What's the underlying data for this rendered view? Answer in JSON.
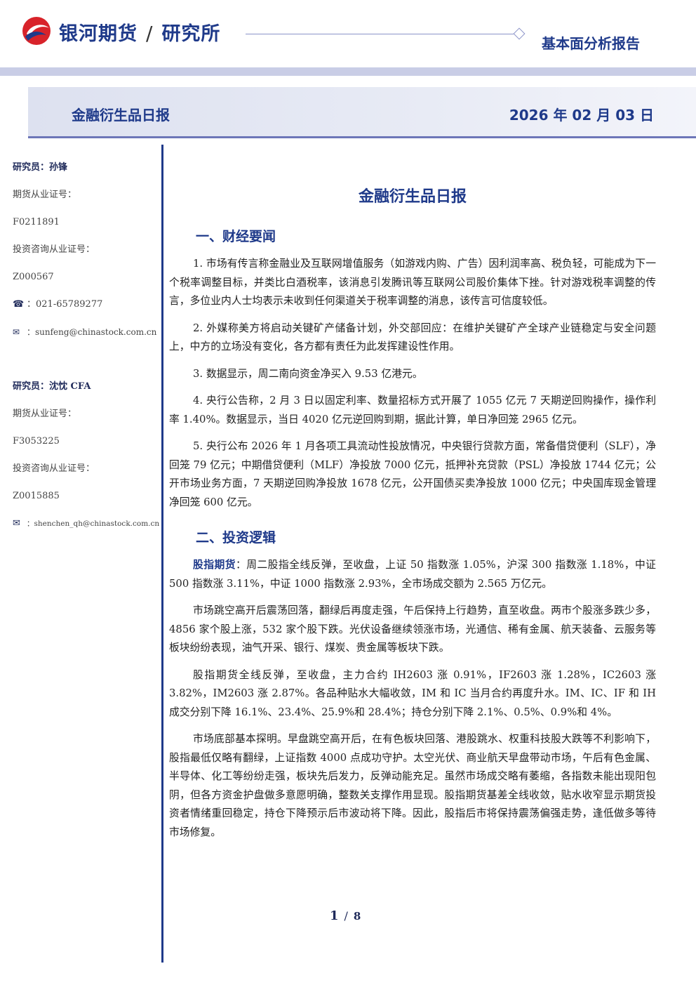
{
  "header": {
    "brand": "银河期货",
    "institute": "研究所",
    "report_type": "基本面分析报告",
    "title_left": "金融衍生品日报",
    "title_right": "2026 年 02 月 03 日"
  },
  "sidebar": {
    "analyst1": {
      "name_line": "研究员：孙锋",
      "license_label": "期货从业证号：",
      "license_no": "F0211891",
      "consult_label": "投资咨询从业证号：",
      "consult_no": "Z000567",
      "phone_icon": "phone-icon",
      "phone": "：021-65789277",
      "email_icon": "mail-icon",
      "email": "：sunfeng@chinastock.com.cn"
    },
    "analyst2": {
      "name_line": "研究员：沈忱 CFA",
      "license_label": "期货从业证号：",
      "license_no": "F3053225",
      "consult_label": "投资咨询从业证号：",
      "consult_no": "Z0015885",
      "email_icon": "mail-icon",
      "email": "：shenchen_qh@chinastock.com.cn"
    }
  },
  "main": {
    "doc_title": "金融衍生品日报",
    "section1": {
      "heading": "一、财经要闻",
      "items": [
        "1. 市场有传言称金融业及互联网增值服务（如游戏内购、广告）因利润率高、税负轻，可能成为下一个税率调整目标，并类比白酒税率，该消息引发腾讯等互联网公司股价集体下挫。针对游戏税率调整的传言，多位业内人士均表示未收到任何渠道关于税率调整的消息，该传言可信度较低。",
        "2. 外媒称美方将启动关键矿产储备计划，外交部回应：在维护关键矿产全球产业链稳定与安全问题上，中方的立场没有变化，各方都有责任为此发挥建设性作用。",
        "3. 数据显示，周二南向资金净买入 9.53 亿港元。",
        "4. 央行公告称，2 月 3 日以固定利率、数量招标方式开展了 1055 亿元 7 天期逆回购操作，操作利率 1.40%。数据显示，当日 4020 亿元逆回购到期，据此计算，单日净回笼 2965 亿元。",
        "5. 央行公布 2026 年 1 月各项工具流动性投放情况，中央银行贷款方面，常备借贷便利（SLF），净回笼 79 亿元；中期借贷便利（MLF）净投放 7000 亿元，抵押补充贷款（PSL）净投放 1744 亿元；公开市场业务方面，7 天期逆回购净投放 1678 亿元，公开国债买卖净投放 1000 亿元；中央国库现金管理净回笼 600 亿元。"
      ]
    },
    "section2": {
      "heading": "二、投资逻辑",
      "lead": "股指期货",
      "lead_rest": "：周二股指全线反弹，至收盘，上证 50 指数涨 1.05%，沪深 300 指数涨 1.18%，中证 500 指数涨 3.11%，中证 1000 指数涨 2.93%，全市场成交额为 2.565 万亿元。",
      "paras": [
        "市场跳空高开后震荡回落，翻绿后再度走强，午后保持上行趋势，直至收盘。两市个股涨多跌少多，4856 家个股上涨，532 家个股下跌。光伏设备继续领涨市场，光通信、稀有金属、航天装备、云服务等板块纷纷表现，油气开采、银行、煤炭、贵金属等板块下跌。",
        "股指期货全线反弹，至收盘，主力合约 IH2603 涨 0.91%，IF2603 涨 1.28%，IC2603 涨 3.82%，IM2603 涨 2.87%。各品种贴水大幅收敛，IM 和 IC 当月合约再度升水。IM、IC、IF 和 IH 成交分别下降 16.1%、23.4%、25.9%和 28.4%；持仓分别下降 2.1%、0.5%、0.9%和 4%。",
        "市场底部基本探明。早盘跳空高开后，在有色板块回落、港股跳水、权重科技股大跌等不利影响下，股指最低仅略有翻绿，上证指数 4000 点成功守护。太空光伏、商业航天早盘带动市场，午后有色金属、半导体、化工等纷纷走强，板块先后发力，反弹动能充足。虽然市场成交略有萎缩，各指数未能出现阳包阴，但各方资金护盘做多意愿明确，整数关支撑作用显现。股指期货基差全线收敛，贴水收窄显示期货投资者情绪重回稳定，持仓下降预示后市波动将下降。因此，股指后市将保持震荡偏强走势，逢低做多等待市场修复。"
      ]
    }
  },
  "footer": {
    "page": "1",
    "sep": "/",
    "total": "8"
  },
  "colors": {
    "brand_blue": "#1f3a8a",
    "logo_red": "#d8232a",
    "band": "#c9cde6"
  }
}
